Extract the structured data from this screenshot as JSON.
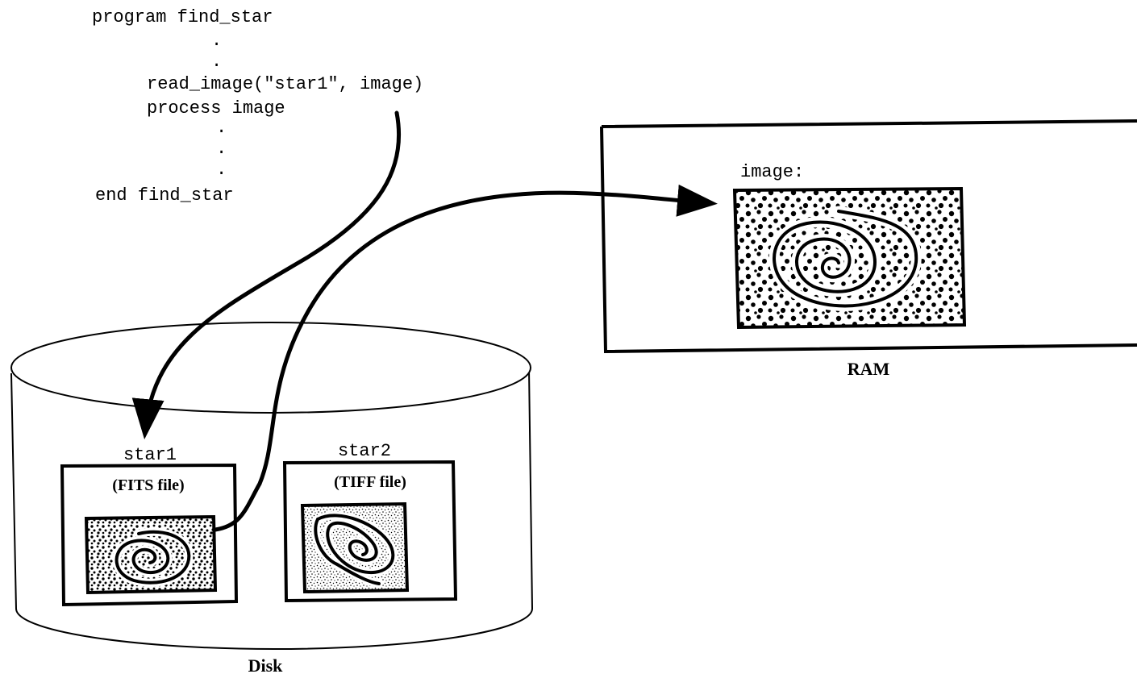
{
  "code": {
    "lines": [
      "program find_star",
      ".",
      ".",
      "read_image(\"star1\", image)",
      "process image",
      ".",
      ".",
      ".",
      "end find_star"
    ]
  },
  "ram": {
    "variable_label": "image:",
    "caption": "RAM"
  },
  "disk": {
    "caption": "Disk",
    "files": [
      {
        "name": "star1",
        "format": "(FITS file)"
      },
      {
        "name": "star2",
        "format": "(TIFF file)"
      }
    ]
  }
}
